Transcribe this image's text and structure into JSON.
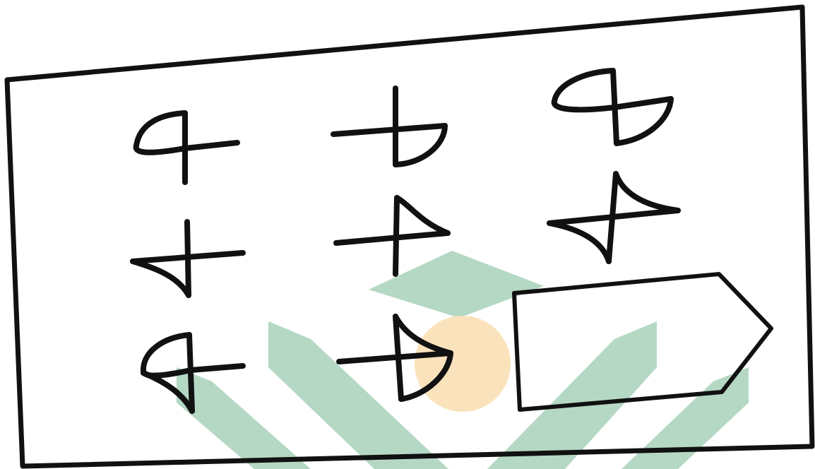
{
  "colors": {
    "background": "#ffffff",
    "ink": "#111111",
    "watermark_green": "#5aa97d",
    "watermark_orange": "#f6c36c"
  },
  "watermark": {
    "icon": "graduation-cap-leaf-logo",
    "opacity": 0.45
  },
  "puzzle": {
    "icon": "matrix-reasoning-puzzle",
    "rows": 3,
    "columns": 3,
    "cells": [
      {
        "row": 1,
        "col": 1,
        "figure": "cross-with-loop-top-left"
      },
      {
        "row": 1,
        "col": 2,
        "figure": "cross-with-loop-bottom-right"
      },
      {
        "row": 1,
        "col": 3,
        "figure": "cross-with-loops-top-left-and-bottom-right"
      },
      {
        "row": 2,
        "col": 1,
        "figure": "cross-with-wedge-bottom-left"
      },
      {
        "row": 2,
        "col": 2,
        "figure": "cross-with-wedge-top-right"
      },
      {
        "row": 2,
        "col": 3,
        "figure": "cross-with-wedges-top-right-and-bottom-left"
      },
      {
        "row": 3,
        "col": 1,
        "figure": "cross-with-loop-top-left-and-wedge-bottom-left"
      },
      {
        "row": 3,
        "col": 2,
        "figure": "cross-with-wedge-top-right-and-loop-bottom-right"
      },
      {
        "row": 3,
        "col": 3,
        "figure": "answer-box-empty"
      }
    ]
  }
}
